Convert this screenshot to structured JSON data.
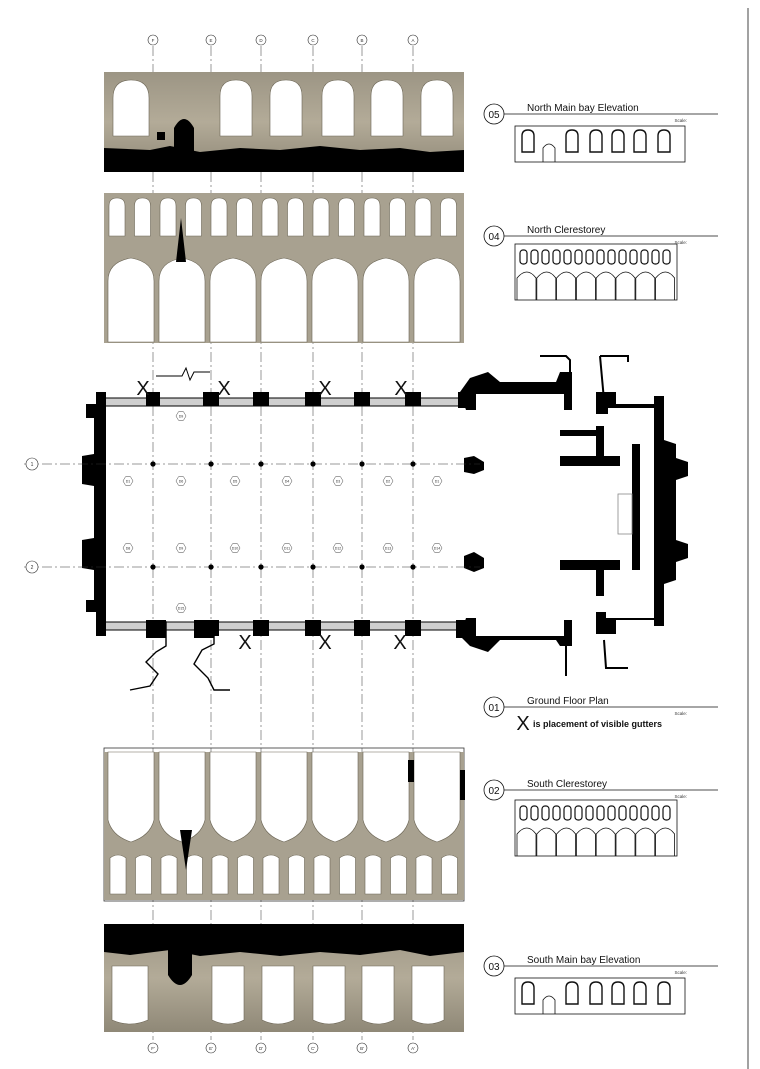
{
  "grid": {
    "top_letters": [
      "F",
      "E",
      "D",
      "C",
      "B",
      "A"
    ],
    "bottom_letters": [
      "F'",
      "E'",
      "D'",
      "C'",
      "B'",
      "A'"
    ],
    "row_numbers": [
      "1",
      "2"
    ]
  },
  "plan": {
    "bay_tags": [
      "D9",
      "D1",
      "D6",
      "D5",
      "D4",
      "D3",
      "D2",
      "D1",
      "D8",
      "D9",
      "D10",
      "D11",
      "D12",
      "D13",
      "D14",
      "D15"
    ],
    "gutter_mark": "X"
  },
  "views": [
    {
      "number": "05",
      "title": "North Main bay Elevation",
      "scale": "Scale:"
    },
    {
      "number": "04",
      "title": "North Clerestorey",
      "scale": "Scale:"
    },
    {
      "number": "01",
      "title": "Ground Floor Plan",
      "scale": "Scale:",
      "note_mark": "X",
      "note": "is placement of visible gutters"
    },
    {
      "number": "02",
      "title": "South Clerestorey",
      "scale": "Scale:"
    },
    {
      "number": "03",
      "title": "South Main bay Elevation",
      "scale": "Scale:"
    }
  ]
}
